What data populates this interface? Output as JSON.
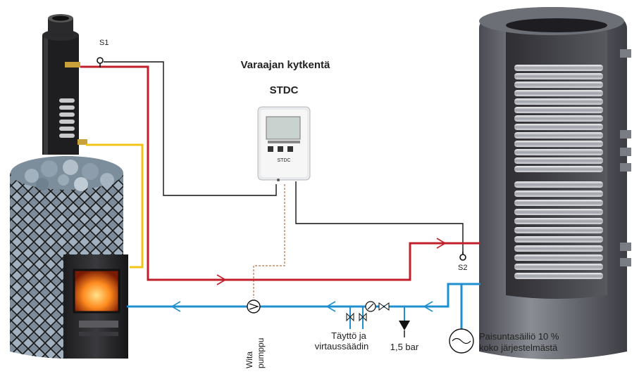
{
  "title": "Varaajan kytkentä",
  "controller": "STDC",
  "controller_screen_text": "STDC",
  "sensor_1": "S1",
  "sensor_2": "S2",
  "pump_label_line1": "Wita",
  "pump_label_line2": "pumppu",
  "fill_valve_line1": "Täyttö ja",
  "fill_valve_line2": "virtaussäädin",
  "safety_valve": "1,5 bar",
  "expansion_line1": "Paisuntasäiliö 10 %",
  "expansion_line2": "koko järjestelmästä",
  "colors": {
    "hot_pipe": "#c0202a",
    "cold_pipe": "#1f8fd0",
    "sensor_wire": "#111111",
    "pump_cable": "#b8734a",
    "yellow_pipe": "#f2c417"
  },
  "icons": [
    "pump-symbol",
    "valve-symbol",
    "thermometer-symbol",
    "safety-valve-symbol",
    "expansion-tank-symbol",
    "flow-arrow"
  ]
}
